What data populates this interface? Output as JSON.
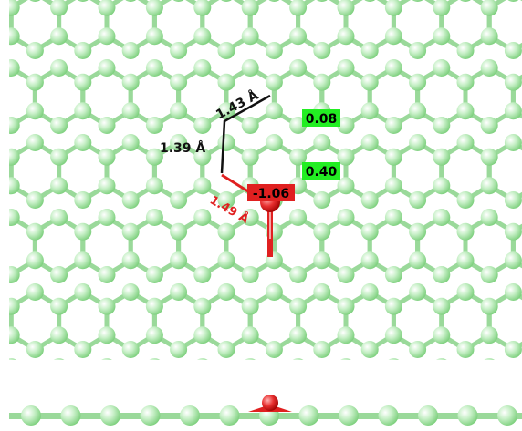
{
  "colors": {
    "carbon": "#a8e6a8",
    "bond": "#9ad99a",
    "oxygen": "#e02020",
    "path_line": "#111111",
    "red_label": "#e02020",
    "green_box": "#22ee22",
    "red_box": "#e02020"
  },
  "labels": {
    "bond_1": "1.43 Å",
    "bond_2": "1.39 Å",
    "bond_3": "1.49 Å",
    "charge_1": "0.08",
    "charge_2": "0.40",
    "charge_3": "-1.06"
  }
}
